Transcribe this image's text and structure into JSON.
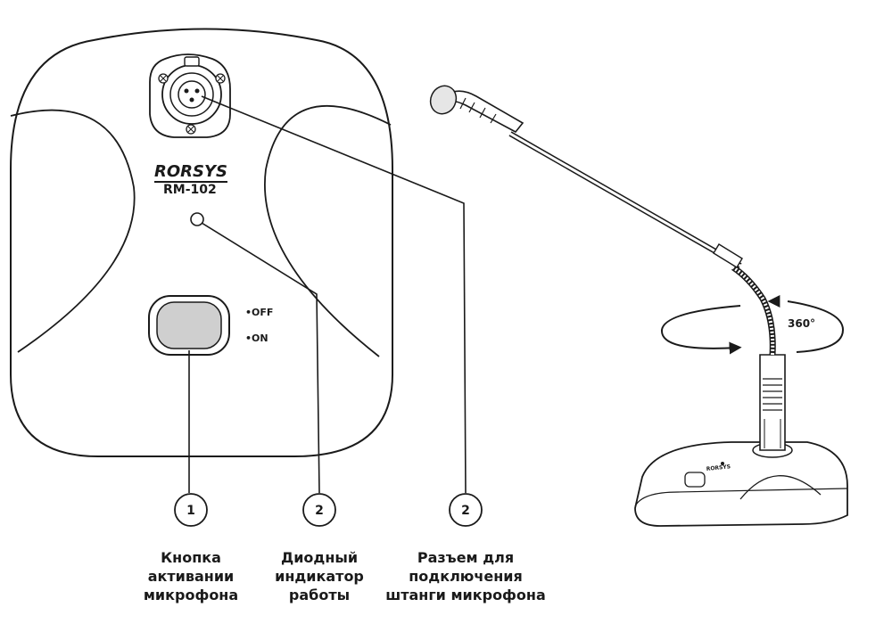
{
  "device": {
    "brand": "RORSYS",
    "model": "RM-102",
    "switch_off": "•OFF",
    "switch_on": "•ON"
  },
  "rotation_label": "360°",
  "callouts": [
    {
      "number": "1",
      "lines": [
        "Кнопка",
        "активании",
        "микрофона"
      ]
    },
    {
      "number": "2",
      "lines": [
        "Диодный",
        "индикатор",
        "работы"
      ]
    },
    {
      "number": "2",
      "lines": [
        "Разъем для",
        "подключения",
        "штанги микрофона"
      ]
    }
  ],
  "colors": {
    "stroke": "#1a1a1a",
    "button_fill": "#cfcfcf",
    "background": "#ffffff"
  }
}
